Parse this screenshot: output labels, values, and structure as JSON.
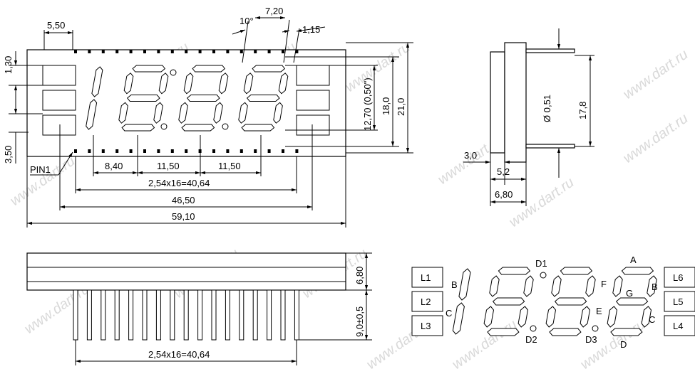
{
  "watermark": "www.dart.ru",
  "front_view": {
    "dims": {
      "top_left": "5,50",
      "left_top": "1,30",
      "left_bottom": "3,50",
      "angle": "10°",
      "digit_width": "7,20",
      "seg_width": "1,15",
      "digit_height": "12,70 (0,50\")",
      "height_inner": "18,0",
      "height_total": "21,0",
      "pitch1": "8,40",
      "pitch2": "11,50",
      "pitch3": "11,50",
      "pin_span": "2,54x16=40,64",
      "pin_outer": "46,50",
      "width_total": "59,10",
      "pin1": "PIN1"
    }
  },
  "side_view": {
    "dims": {
      "pin_diam": "Ø 0,51",
      "pin_length": "17,8",
      "d1": "3,0",
      "d2": "5,2",
      "d3": "6,80"
    }
  },
  "bottom_view": {
    "dims": {
      "thickness": "6,80",
      "pin_len": "9,0±0,5",
      "pin_span": "2,54x16=40,64"
    }
  },
  "schematic": {
    "boxes_left": [
      "L1",
      "L2",
      "L3"
    ],
    "boxes_right": [
      "L6",
      "L5",
      "L4"
    ],
    "labels": {
      "B_left": "B",
      "C_left": "C",
      "D1": "D1",
      "D2": "D2",
      "D3": "D3",
      "A": "A",
      "B": "B",
      "C": "C",
      "D": "D",
      "E": "E",
      "F": "F",
      "G": "G"
    }
  }
}
